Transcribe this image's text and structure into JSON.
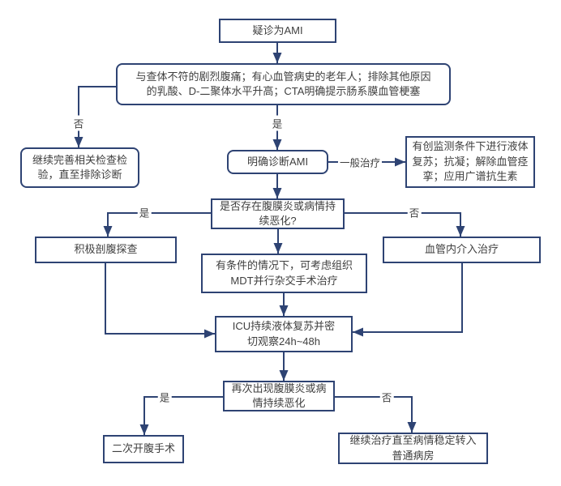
{
  "diagram": {
    "type": "flowchart",
    "language": "zh-CN",
    "topic": "AMI 诊疗流程"
  },
  "colors": {
    "line": "#2e4373",
    "box_border": "#2e4373",
    "box_fill": "#ffffff",
    "text": "#404040"
  },
  "nodes": {
    "suspect": {
      "text": "疑诊为AMI",
      "shape": "rect"
    },
    "criteria": {
      "text": "与查体不符的剧烈腹痛；有心血管病史的老年人；排除其他原因\n的乳酸、D-二聚体水平升高；CTA明确提示肠系膜血管梗塞",
      "shape": "rounded"
    },
    "continue": {
      "text": "继续完善相关检查检\n验，直至排除诊断",
      "shape": "rounded"
    },
    "diagnosed": {
      "text": "明确诊断AMI",
      "shape": "rounded"
    },
    "general": {
      "text": "有创监测条件下进行液体\n复苏；抗凝；解除血管痉\n挛；应用广谱抗生素",
      "shape": "rect"
    },
    "decision1": {
      "text": "是否存在腹膜炎或病情持\n续恶化?",
      "shape": "rect"
    },
    "laparotomy": {
      "text": "积极剖腹探查",
      "shape": "rect"
    },
    "endovascular": {
      "text": "血管内介入治疗",
      "shape": "rect"
    },
    "mdt": {
      "text": "有条件的情况下，可考虑组织\nMDT并行杂交手术治疗",
      "shape": "rect"
    },
    "icu": {
      "text": "ICU持续液体复苏并密\n切观察24h~48h",
      "shape": "rect"
    },
    "decision2": {
      "text": "再次出现腹膜炎或病\n情持续恶化",
      "shape": "rect"
    },
    "relaparotomy": {
      "text": "二次开腹手术",
      "shape": "rect"
    },
    "ward": {
      "text": "继续治疗直至病情稳定转入\n普通病房",
      "shape": "rect"
    }
  },
  "edges": [
    {
      "from": "suspect",
      "to": "criteria",
      "label": ""
    },
    {
      "from": "criteria",
      "to": "continue",
      "label": "否"
    },
    {
      "from": "criteria",
      "to": "diagnosed",
      "label": "是"
    },
    {
      "from": "diagnosed",
      "to": "general",
      "label": "一般治疗"
    },
    {
      "from": "diagnosed",
      "to": "decision1",
      "label": ""
    },
    {
      "from": "decision1",
      "to": "laparotomy",
      "label": "是"
    },
    {
      "from": "decision1",
      "to": "endovascular",
      "label": "否"
    },
    {
      "from": "decision1",
      "to": "mdt",
      "label": ""
    },
    {
      "from": "mdt",
      "to": "icu",
      "label": ""
    },
    {
      "from": "laparotomy",
      "to": "icu",
      "label": ""
    },
    {
      "from": "endovascular",
      "to": "icu",
      "label": ""
    },
    {
      "from": "icu",
      "to": "decision2",
      "label": ""
    },
    {
      "from": "decision2",
      "to": "relaparotomy",
      "label": "是"
    },
    {
      "from": "decision2",
      "to": "ward",
      "label": "否"
    }
  ]
}
